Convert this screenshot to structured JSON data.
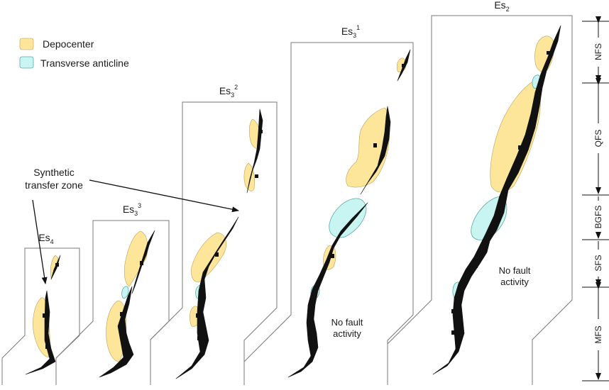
{
  "legend": {
    "depocenter": "Depocenter",
    "transverse_anticline": "Transverse anticline"
  },
  "colors": {
    "depocenter": "#fde69a",
    "transverse_anticline": "#c8f4f2",
    "fault": "#111111"
  },
  "stages": [
    {
      "base": "Es",
      "sub": "4",
      "sup": ""
    },
    {
      "base": "Es",
      "sub": "3",
      "sup": "3"
    },
    {
      "base": "Es",
      "sub": "3",
      "sup": "2"
    },
    {
      "base": "Es",
      "sub": "3",
      "sup": "1"
    },
    {
      "base": "Es",
      "sub": "2",
      "sup": ""
    }
  ],
  "annotation": {
    "line1": "Synthetic",
    "line2": "transfer zone"
  },
  "no_activity": {
    "line1": "No fault",
    "line2": "activity"
  },
  "segments": [
    "NFS",
    "QFS",
    "BGFS",
    "SFS",
    "MFS"
  ]
}
